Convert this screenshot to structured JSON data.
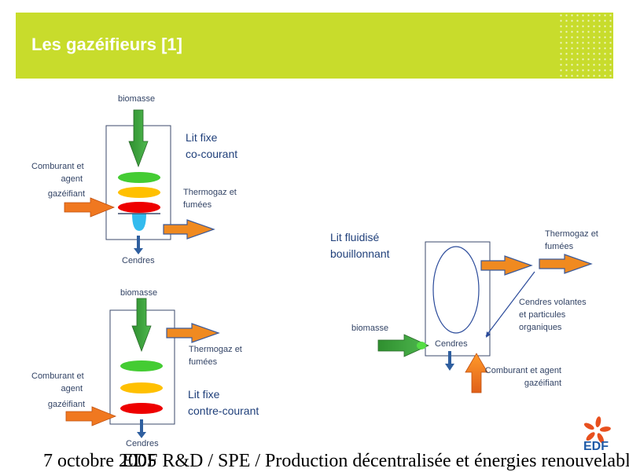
{
  "slide": {
    "title": "Les gazéifieurs [1]"
  },
  "diagram_cocurrent": {
    "biomasse": "biomasse",
    "comburant_line1": "Comburant et",
    "comburant_line2": "agent",
    "comburant_line3": "gazéifiant",
    "title_line1": "Lit fixe",
    "title_line2": "co-courant",
    "thermogaz_line1": "Thermogaz et",
    "thermogaz_line2": "fumées",
    "cendres": "Cendres"
  },
  "diagram_countercurrent": {
    "biomasse": "biomasse",
    "comburant_line1": "Comburant et",
    "comburant_line2": "agent",
    "comburant_line3": "gazéifiant",
    "thermogaz_line1": "Thermogaz et",
    "thermogaz_line2": "fumées",
    "title_line1": "Lit fixe",
    "title_line2": "contre-courant",
    "cendres": "Cendres"
  },
  "diagram_fluidised": {
    "title_line1": "Lit fluidisé",
    "title_line2": "bouillonnant",
    "thermogaz_line1": "Thermogaz et",
    "thermogaz_line2": "fumées",
    "cendres_volantes_line1": "Cendres volantes",
    "cendres_volantes_line2": "et particules",
    "cendres_volantes_line3": "organiques",
    "biomasse": "biomasse",
    "cendres": "Cendres",
    "comburant_line1": "Comburant et agent",
    "comburant_line2": "gazéifiant"
  },
  "footer": {
    "date": "7 octobre 2005",
    "text": "EDF R&D / SPE / Production décentralisée et énergies renouvelables"
  },
  "logo": {
    "text": "EDF",
    "icon": "edf-logo-icon",
    "color": "#e8501e"
  },
  "colors": {
    "title_bar": "#c8dc2c",
    "arrow_green": "#3a9a3a",
    "arrow_orange": "#f07820",
    "arrow_blue": "#2f5f9f",
    "zone_green": "#44cc33",
    "zone_yellow": "#ffc000",
    "zone_red": "#ee0000"
  }
}
